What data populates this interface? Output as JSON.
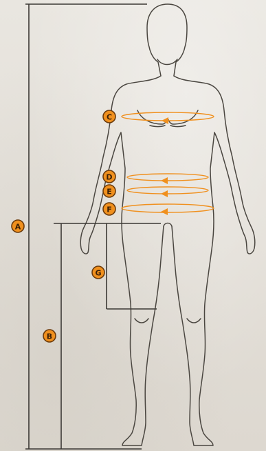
{
  "badges": {
    "a": "A",
    "b": "B",
    "c": "C",
    "d": "D",
    "e": "E",
    "f": "F",
    "g": "G"
  },
  "colors": {
    "accent": "#f0901e",
    "line": "#3b3834",
    "background": "#e6e2db"
  }
}
